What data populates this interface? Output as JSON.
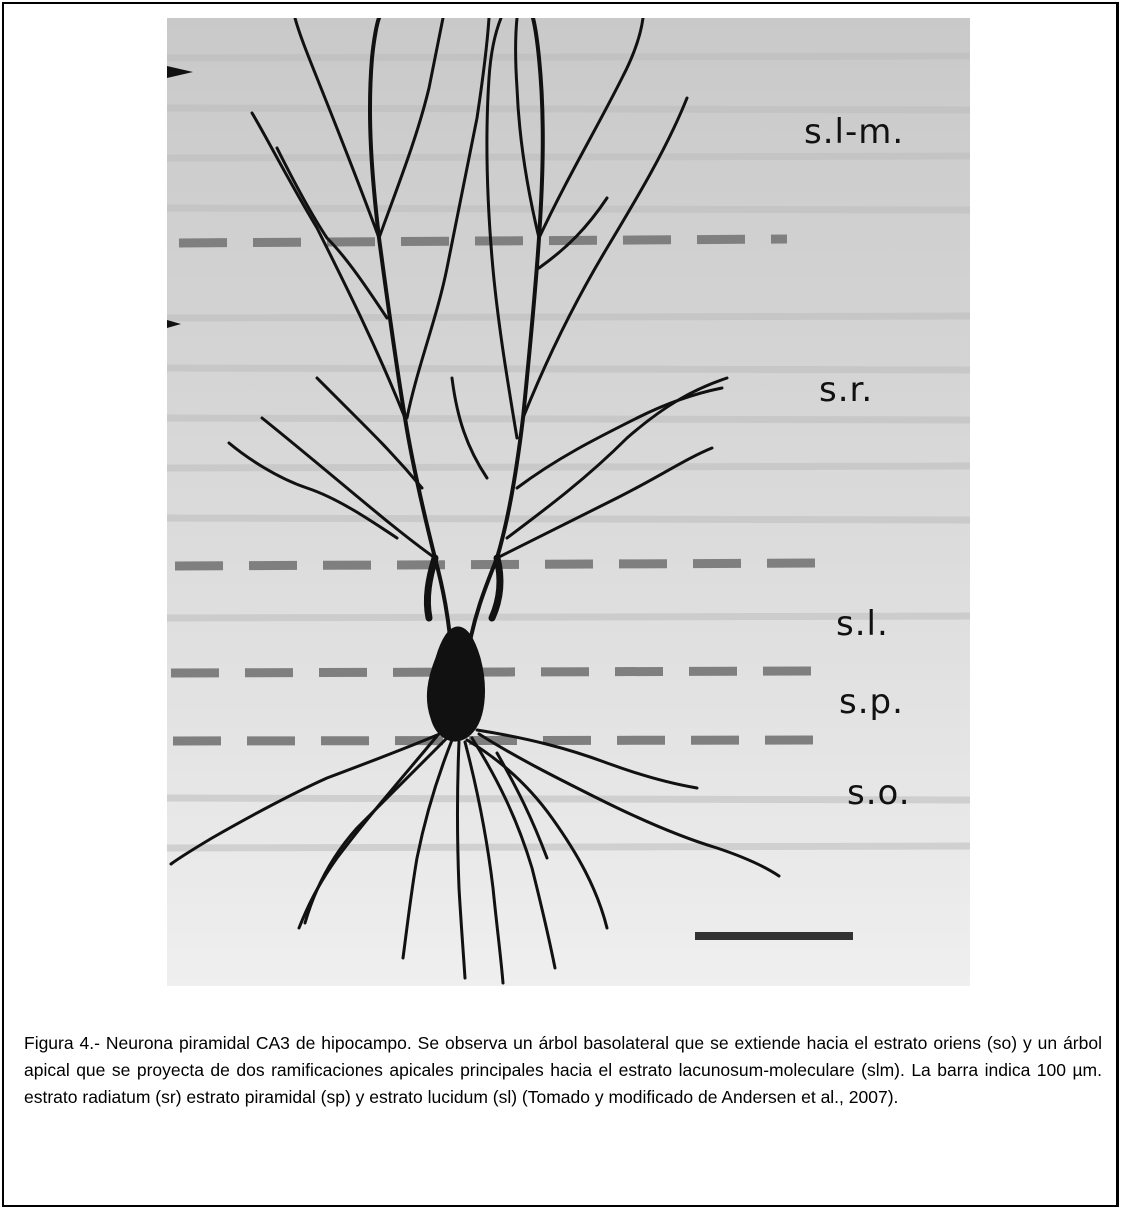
{
  "figure": {
    "layers": [
      {
        "key": "slm",
        "label": "s.l-m."
      },
      {
        "key": "sr",
        "label": "s.r."
      },
      {
        "key": "sl",
        "label": "s.l."
      },
      {
        "key": "sp",
        "label": "s.p."
      },
      {
        "key": "so",
        "label": "s.o."
      }
    ],
    "colors": {
      "neuron": "#111111",
      "dashes": "#7f7f7f",
      "scale_bar": "#333333"
    }
  },
  "caption": {
    "text": "Figura 4.-  Neurona piramidal CA3 de hipocampo. Se observa un árbol basolateral que se extiende hacia el estrato oriens (so) y un árbol apical que se proyecta de dos ramificaciones apicales principales hacia el estrato lacunosum-moleculare (slm). La barra indica 100 µm. estrato radiatum (sr) estrato piramidal (sp) y estrato lucidum (sl)  (Tomado y modificado de Andersen et al., 2007)."
  }
}
